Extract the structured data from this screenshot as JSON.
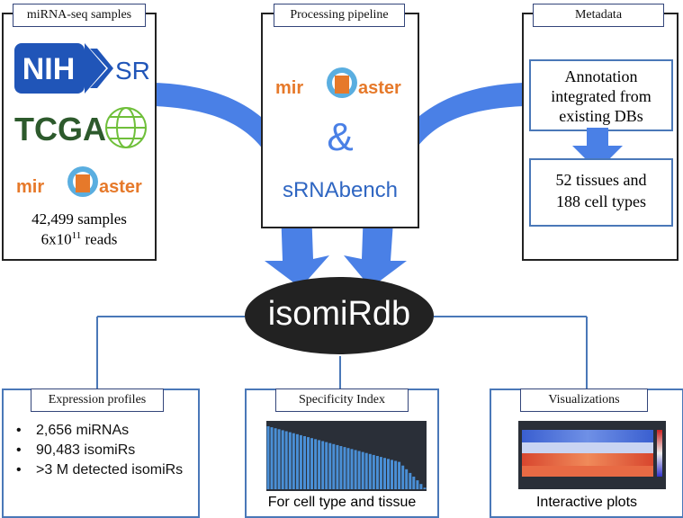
{
  "title": "isomiRdb",
  "sources": {
    "label": "miRNA-seq samples",
    "logos": {
      "nih": "NIH",
      "sra": "SRA",
      "tcga": "TCGA",
      "miRMaster": "miRMaster"
    },
    "samples_line": "42,499 samples",
    "reads_base": "6x10",
    "reads_exp": "11",
    "reads_unit": " reads"
  },
  "pipeline": {
    "label": "Processing pipeline",
    "tool1": "miRMaster",
    "ampersand": "&",
    "tool2": "sRNAbench"
  },
  "metadata": {
    "label": "Metadata",
    "annotation": "Annotation integrated from existing DBs",
    "tissues": "52 tissues and 188 cell types"
  },
  "expression": {
    "label": "Expression profiles",
    "items": [
      "2,656 miRNAs",
      "90,483 isomiRs",
      ">3 M detected isomiRs"
    ]
  },
  "specificity": {
    "label": "Specificity Index",
    "caption": "For cell type and tissue"
  },
  "visualizations": {
    "label": "Visualizations",
    "caption": "Interactive plots"
  },
  "colors": {
    "arrow": "#4a80e6",
    "frame_blue": "#4a78b8",
    "ellipse": "#222222",
    "nih_blue": "#2055b8",
    "tcga_green": "#2d5a2c",
    "miRMaster_orange": "#e6792a"
  }
}
